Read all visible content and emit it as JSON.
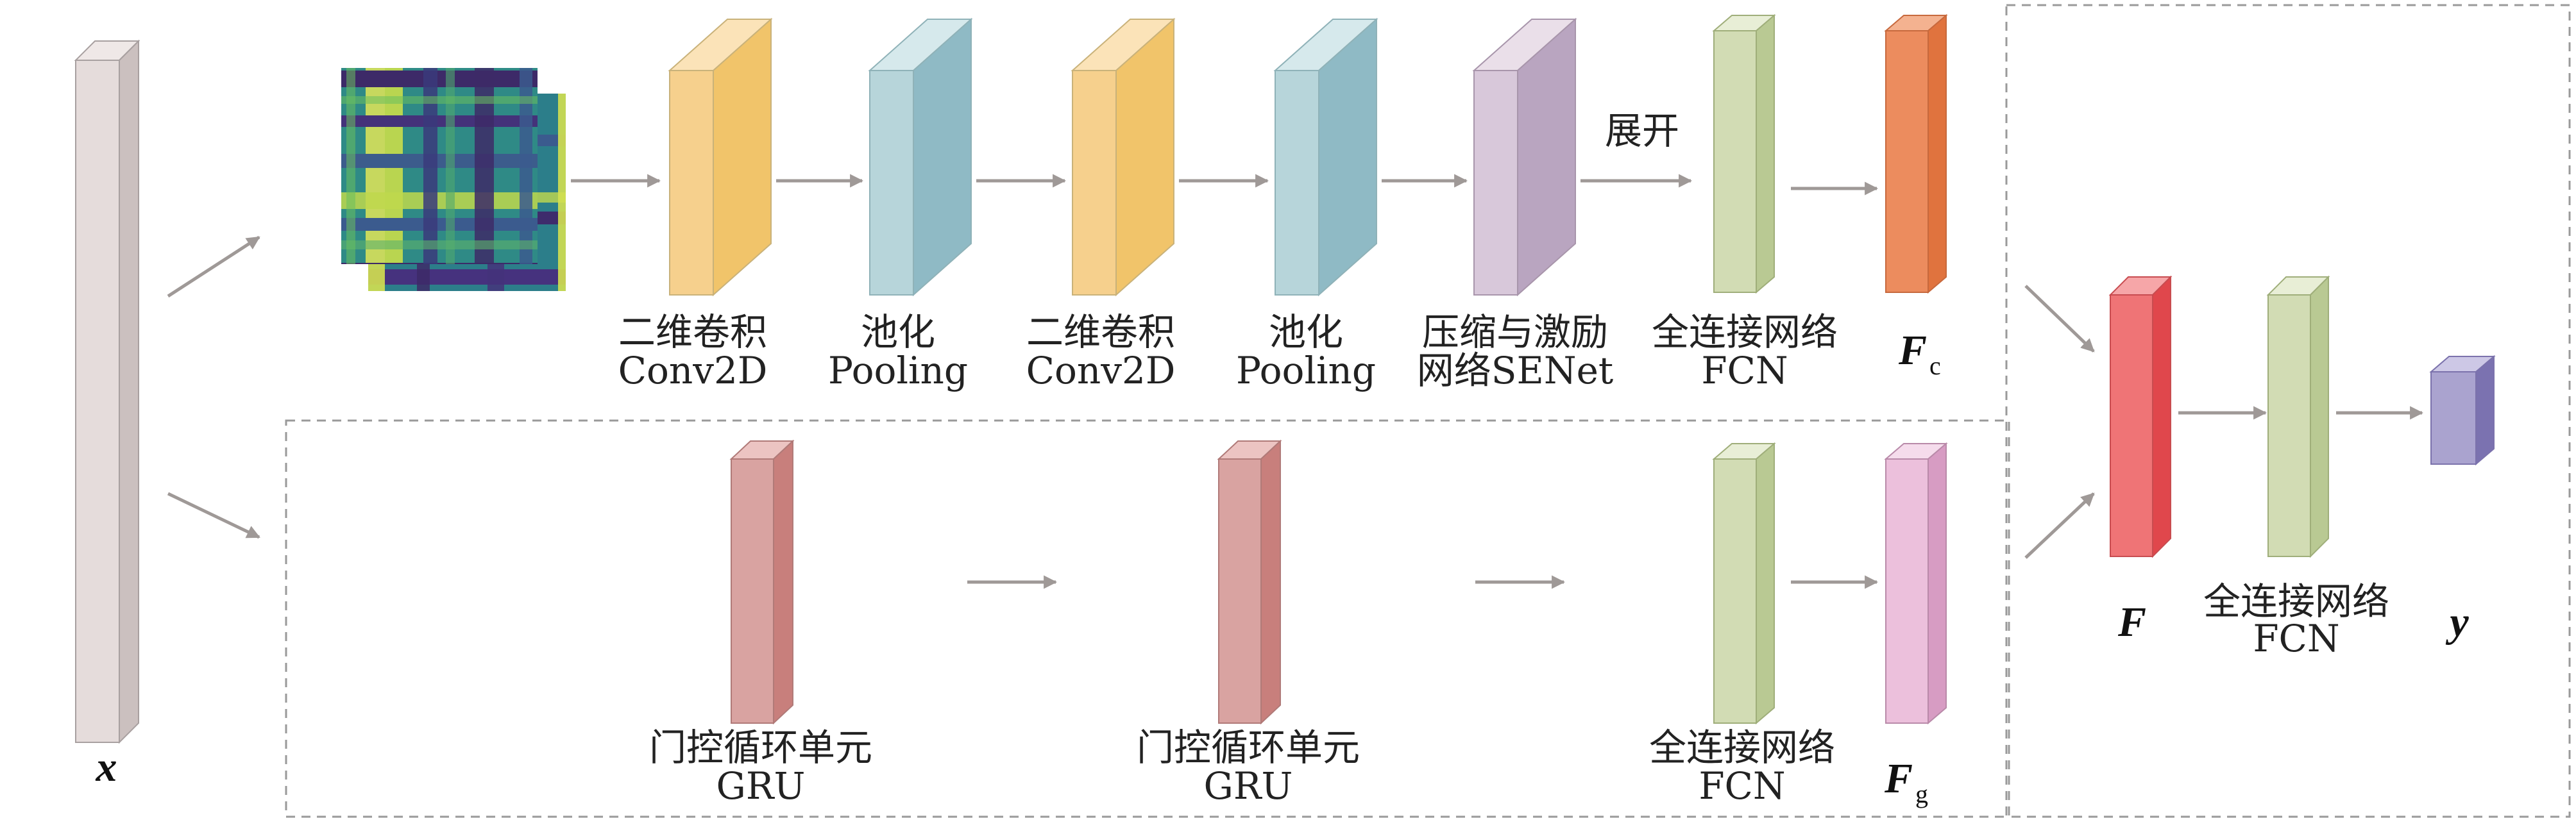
{
  "input": {
    "symbol": "x"
  },
  "cnn_branch": {
    "layers": [
      {
        "name_cn": "二维卷积",
        "name_en": "Conv2D"
      },
      {
        "name_cn": "池化",
        "name_en": "Pooling"
      },
      {
        "name_cn": "二维卷积",
        "name_en": "Conv2D"
      },
      {
        "name_cn": "池化",
        "name_en": "Pooling"
      },
      {
        "name_cn": "压缩与激励",
        "name_en": "网络SENet"
      },
      {
        "name_cn": "全连接网络",
        "name_en": "FCN"
      }
    ],
    "flatten_label": "展开",
    "output_symbol": "F",
    "output_subscript": "c"
  },
  "gru_branch": {
    "layers": [
      {
        "name_cn": "门控循环单元",
        "name_en": "GRU"
      },
      {
        "name_cn": "门控循环单元",
        "name_en": "GRU"
      },
      {
        "name_cn": "全连接网络",
        "name_en": "FCN"
      }
    ],
    "output_symbol": "F",
    "output_subscript": "g"
  },
  "fusion": {
    "fused_symbol": "F",
    "fcn_cn": "全连接网络",
    "fcn_en": "FCN",
    "output_symbol": "y"
  },
  "colors": {
    "input": "#e5dcdb",
    "conv": "#f6d08d",
    "pool": "#b7d5da",
    "senet": "#d8c8da",
    "fcn": "#d2dcb4",
    "fc_output": "#ec8c5e",
    "gru": "#d9a3a1",
    "fg_output": "#ecc0dc",
    "fused": "#ef7476",
    "y_output": "#aaa3cf",
    "arrow": "#9f9997",
    "dash": "#9a9a9a"
  }
}
